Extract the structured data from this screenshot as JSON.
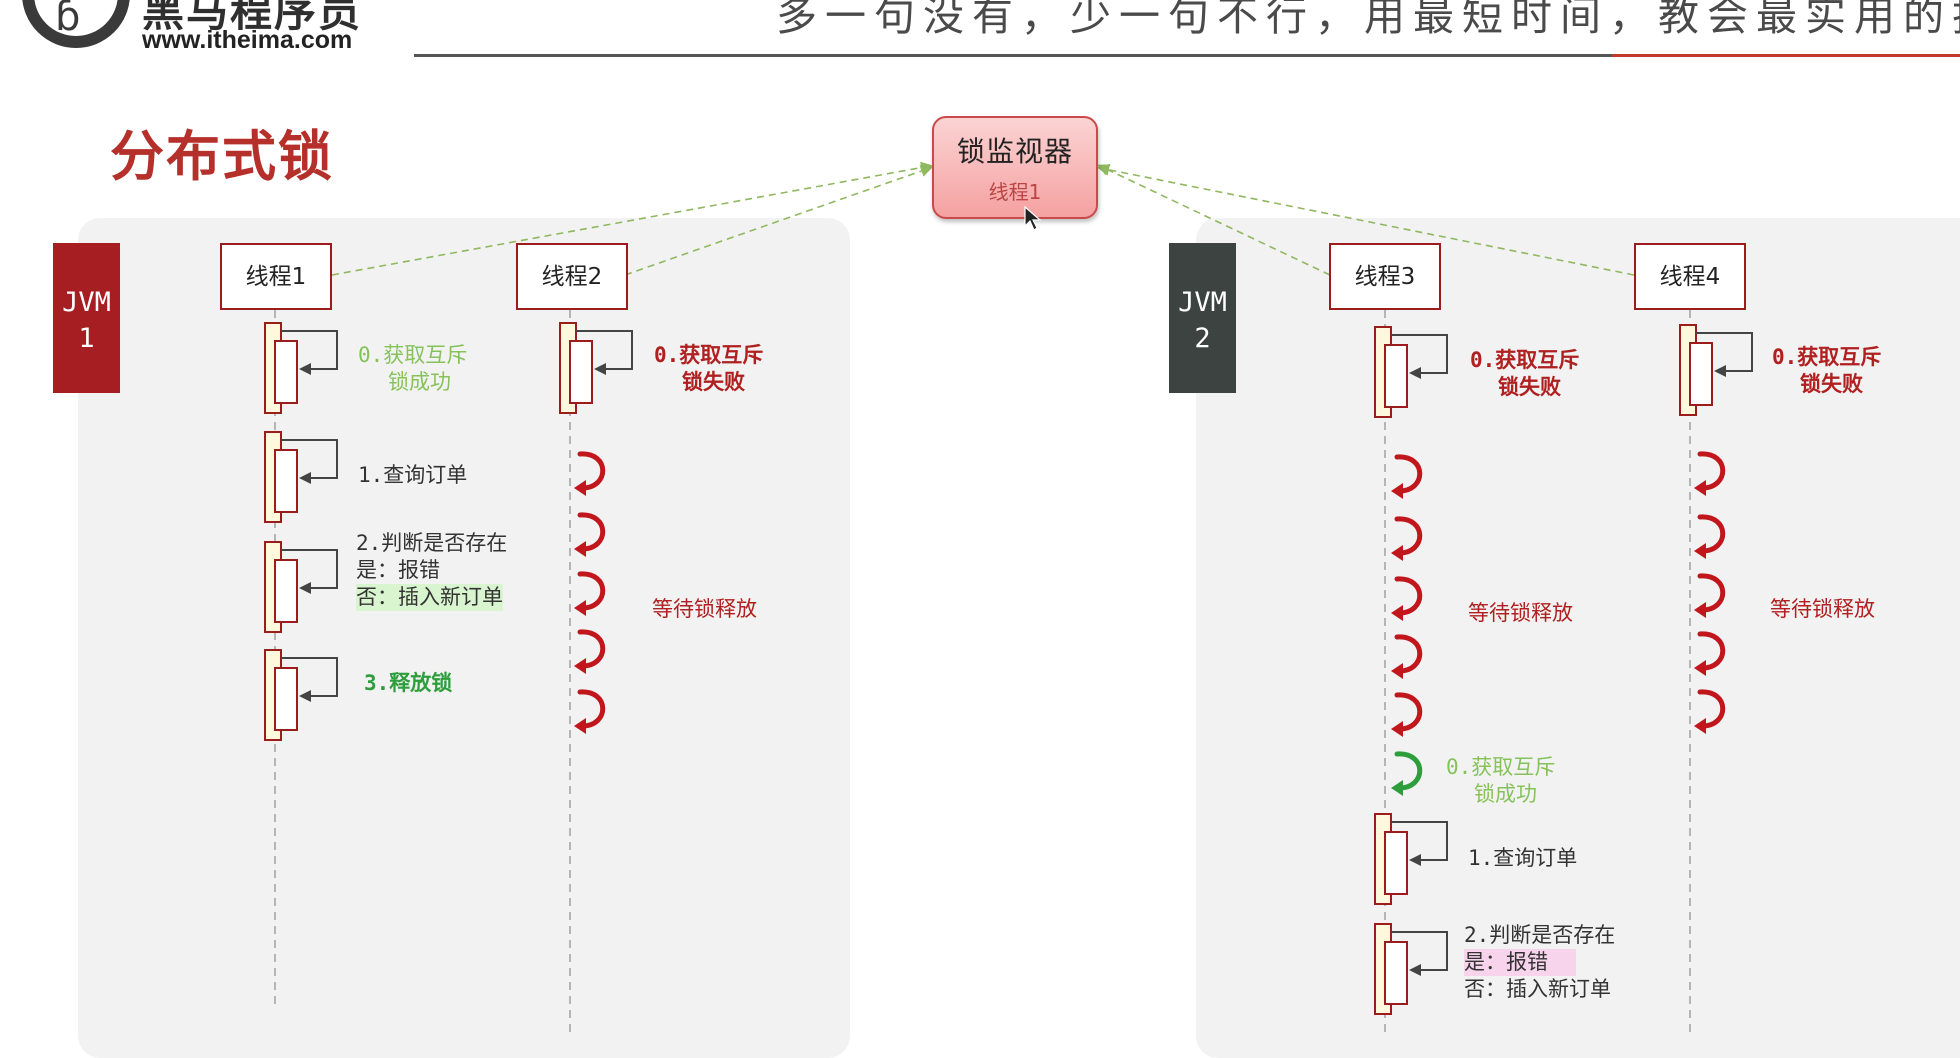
{
  "header": {
    "brand_name": "黑马程序员",
    "brand_url": "www.itheima.com",
    "slogan": "多一句没有，少一句不行，用最短时间，教会最实用的技术"
  },
  "page_title": "分布式锁",
  "monitor": {
    "title": "锁监视器",
    "subtitle": "线程1"
  },
  "jvms": [
    {
      "label_line1": "JVM",
      "label_line2": "1",
      "color": "#a61e22"
    },
    {
      "label_line1": "JVM",
      "label_line2": "2",
      "color": "#3d4340"
    }
  ],
  "threads": [
    {
      "name": "线程1"
    },
    {
      "name": "线程2"
    },
    {
      "name": "线程3"
    },
    {
      "name": "线程4"
    }
  ],
  "jvm1": {
    "t1_step0": [
      "0.获取互斥",
      "锁成功"
    ],
    "t1_step1": "1.查询订单",
    "t1_step2": [
      "2.判断是否存在",
      "是：报错",
      "否：插入新订单"
    ],
    "t1_step3": "3.释放锁",
    "t2_step0": [
      "0.获取互斥",
      "锁失败"
    ],
    "t2_wait": "等待锁释放"
  },
  "jvm2": {
    "t3_step0_fail": [
      "0.获取互斥",
      "锁失败"
    ],
    "t3_wait": "等待锁释放",
    "t3_step0_success": [
      "0.获取互斥",
      "锁成功"
    ],
    "t3_step1": "1.查询订单",
    "t3_step2": [
      "2.判断是否存在",
      "是：报错",
      "否：插入新订单"
    ],
    "t4_step0": [
      "0.获取互斥",
      "锁失败"
    ],
    "t4_wait": "等待锁释放"
  },
  "colors": {
    "success_arrow": "#2e9e3c",
    "wait_arrow": "#c0161c",
    "connector": "#8fb860",
    "title": "#b5302a"
  }
}
